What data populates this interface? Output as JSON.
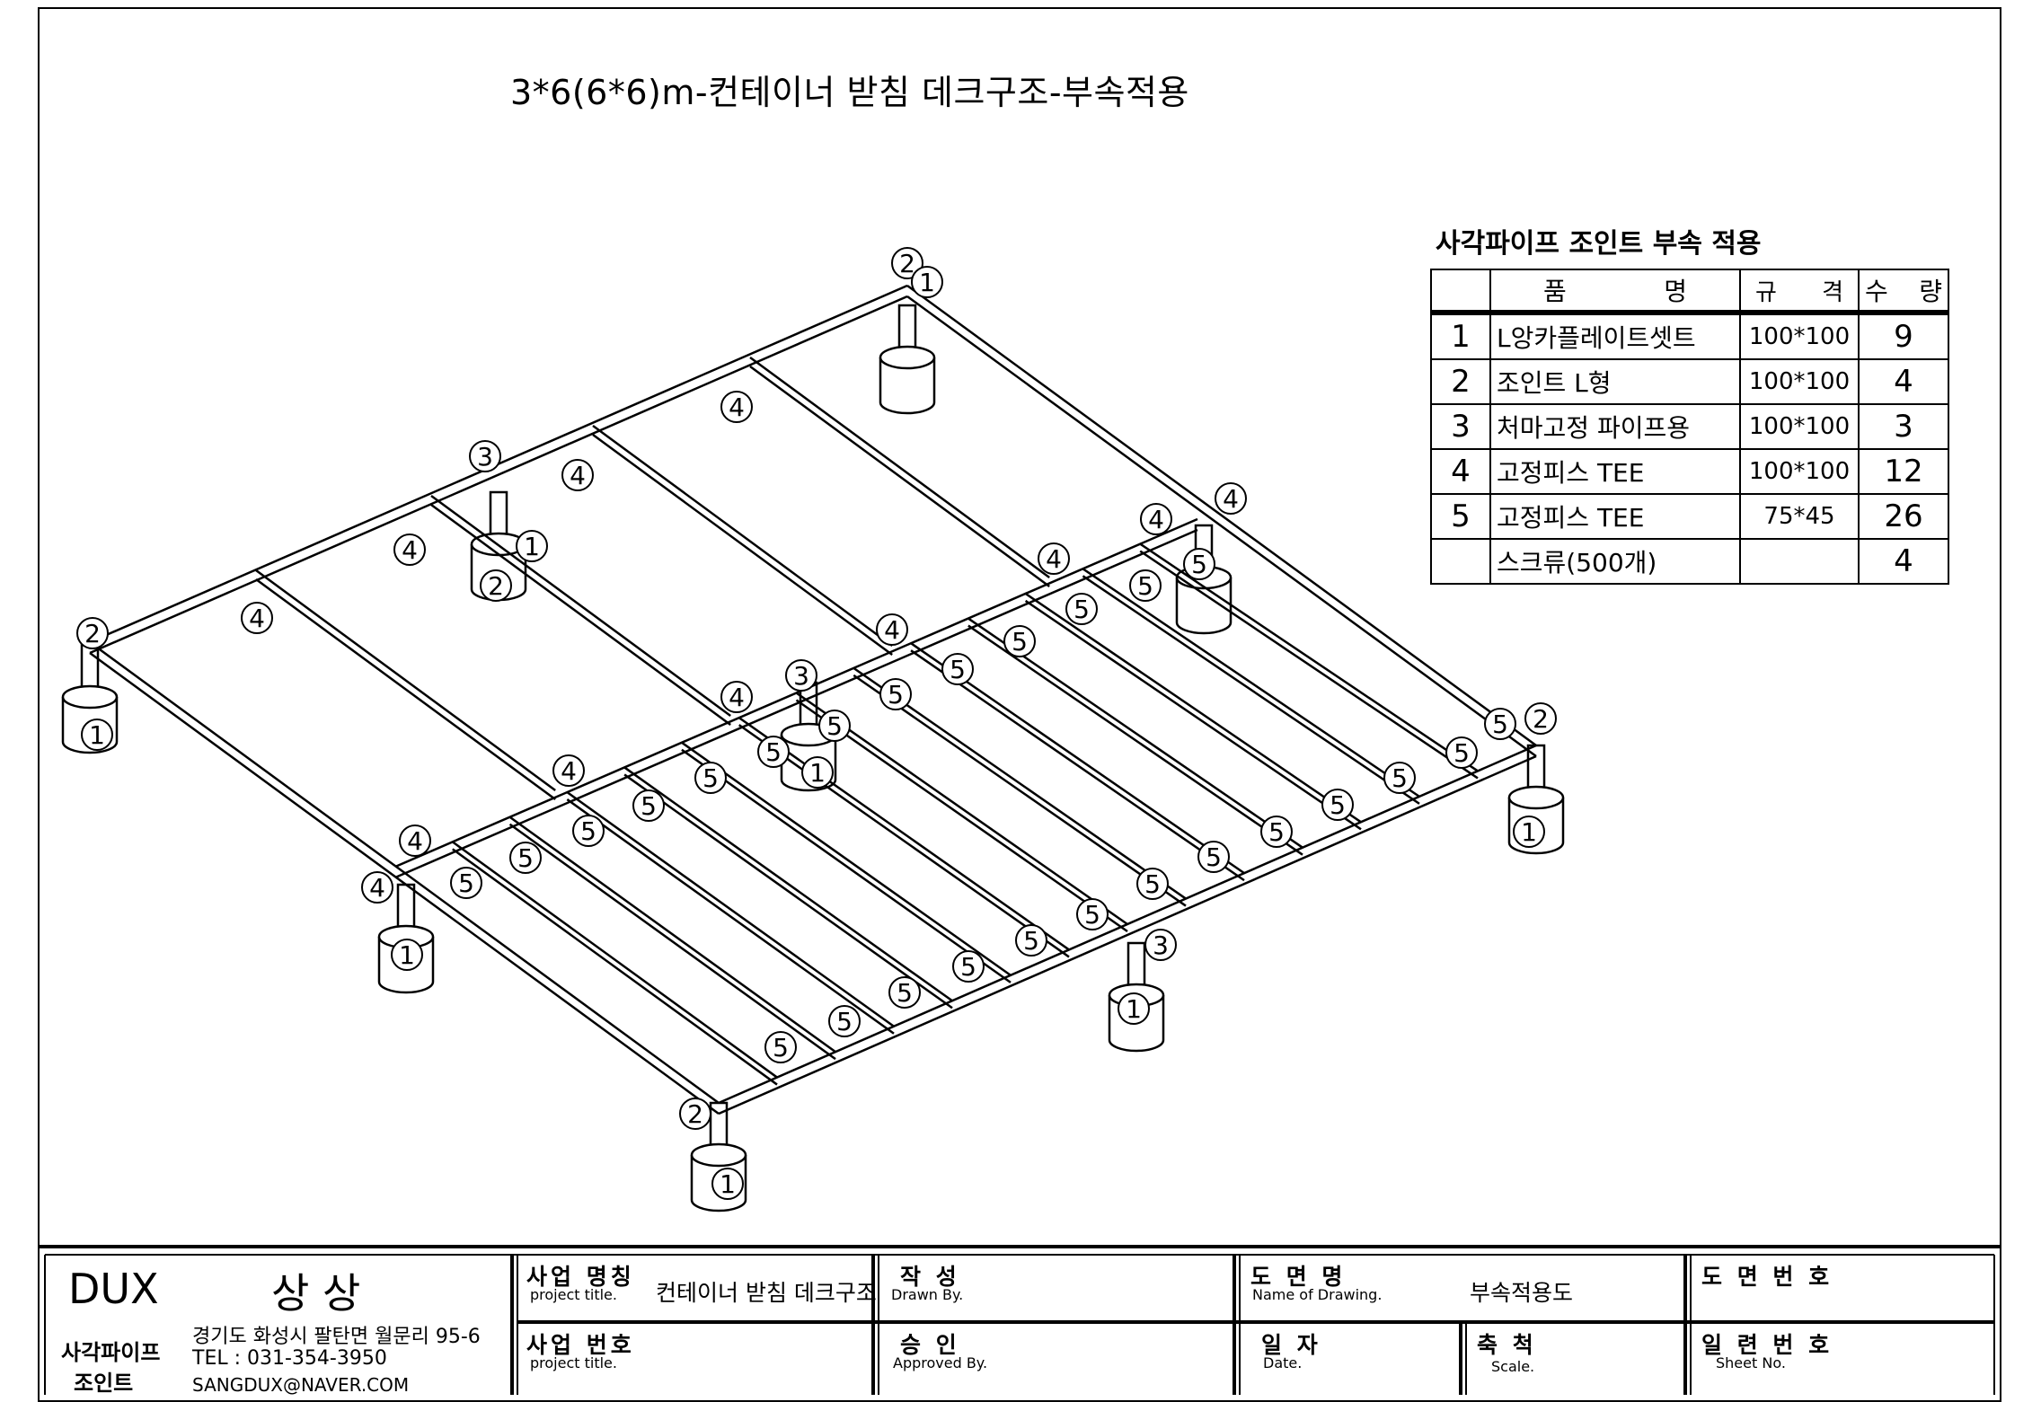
{
  "title": "3*6(6*6)m-컨테이너 받침 데크구조-부속적용",
  "bom": {
    "heading": "사각파이프 조인트 부속 적용",
    "columns": {
      "no": "",
      "name_a": "품",
      "name_b": "명",
      "spec_a": "규",
      "spec_b": "격",
      "qty_a": "수",
      "qty_b": "량"
    },
    "rows": [
      {
        "no": "1",
        "name": "L앙카플레이트셋트",
        "spec": "100*100",
        "qty": "9"
      },
      {
        "no": "2",
        "name": "조인트 L형",
        "spec": "100*100",
        "qty": "4"
      },
      {
        "no": "3",
        "name": "처마고정 파이프용",
        "spec": "100*100",
        "qty": "3"
      },
      {
        "no": "4",
        "name": "고정피스 TEE",
        "spec": "100*100",
        "qty": "12"
      },
      {
        "no": "5",
        "name": "고정피스 TEE",
        "spec": "75*45",
        "qty": "26"
      },
      {
        "no": "",
        "name": "스크류(500개)",
        "spec": "",
        "qty": "4"
      }
    ]
  },
  "callouts": [
    "1",
    "2",
    "3",
    "4",
    "5"
  ],
  "title_block": {
    "company": "DUX",
    "company_name": "상  상",
    "subtitle_line1": "사각파이프",
    "subtitle_line2": "조인트",
    "address": "경기도 화성시 팔탄면 월문리 95-6",
    "tel": "TEL : 031-354-3950",
    "email": "SANGDUX@NAVER.COM",
    "project_title_ko": "사업 명칭",
    "project_title_en": "project title.",
    "project_title_value": "컨테이너 받침 데크구조",
    "project_no_ko": "사업 번호",
    "project_no_en": "project title.",
    "drawn_ko": "작  성",
    "drawn_en": "Drawn By.",
    "approved_ko": "승  인",
    "approved_en": "Approved By.",
    "drawing_name_ko": "도 면 명",
    "drawing_name_en": "Name of Drawing.",
    "drawing_name_value": "부속적용도",
    "date_ko": "일 자",
    "date_en": "Date.",
    "scale_ko": "축 척",
    "scale_en": "Scale.",
    "drawing_no_ko": "도 면 번 호",
    "sheet_no_ko": "일 련 번 호",
    "sheet_no_en": "Sheet No."
  }
}
